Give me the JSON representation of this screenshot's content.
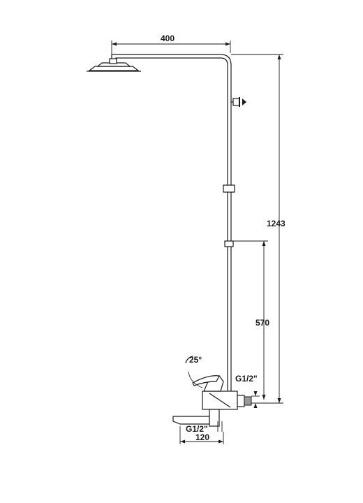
{
  "diagram": {
    "dimensions": {
      "arm_length": "400",
      "total_height": "1243",
      "valve_height": "570",
      "lever_angle": "25°",
      "outlet_thread": "G1/2\"",
      "inlet_thread": "G1/2\"",
      "spout_length": "120"
    }
  }
}
